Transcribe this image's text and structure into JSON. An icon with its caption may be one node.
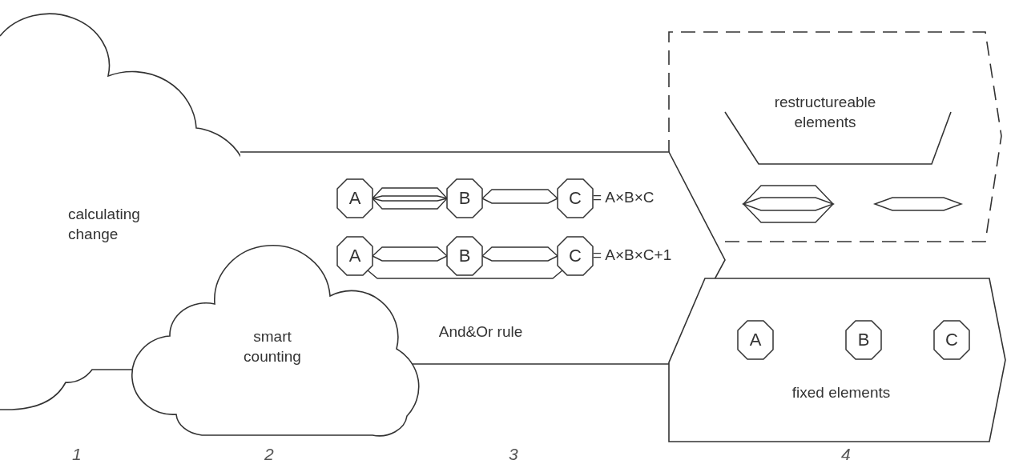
{
  "diagram": {
    "nodes": [
      {
        "text": [
          "calculating change"
        ]
      },
      {
        "text": [
          "smart counting"
        ]
      },
      {
        "text": [
          "And&Or rule"
        ]
      },
      {
        "text": [
          "A"
        ],
        "in": 2
      },
      {
        "text": [
          "B"
        ],
        "in": 2
      },
      {
        "text": [
          "C"
        ],
        "in": 2
      },
      {
        "text": [
          "A"
        ],
        "in": 2
      },
      {
        "text": [
          "B"
        ],
        "in": 2
      },
      {
        "text": [
          "C"
        ],
        "in": 2
      },
      {
        "text": [
          "restructureable elements"
        ]
      },
      {
        "text": [
          "fixed elements"
        ]
      },
      {
        "text": [
          "A"
        ],
        "in": 10
      },
      {
        "text": [
          "B"
        ],
        "in": 10
      },
      {
        "text": [
          "C"
        ],
        "in": 10
      }
    ],
    "edges": [
      {
        "from": 3,
        "to": 4,
        "arrow": "none"
      },
      {
        "from": 3,
        "to": 4,
        "arrow": "none"
      },
      {
        "from": 3,
        "to": 4,
        "arrow": "none"
      },
      {
        "from": 3,
        "to": 4,
        "arrow": "none"
      },
      {
        "from": 4,
        "to": 5,
        "arrow": "none"
      },
      {
        "from": 4,
        "to": 5,
        "arrow": "none"
      },
      {
        "from": 6,
        "to": 7,
        "arrow": "none"
      },
      {
        "from": 6,
        "to": 7,
        "arrow": "none"
      },
      {
        "from": 7,
        "to": 8,
        "arrow": "none"
      },
      {
        "from": 7,
        "to": 8,
        "arrow": "none"
      },
      {
        "from": 6,
        "to": 8,
        "arrow": "none"
      }
    ],
    "labels": [
      "= A×B×C",
      "= A×B×C+1",
      "1",
      "2",
      "3",
      "4"
    ]
  }
}
